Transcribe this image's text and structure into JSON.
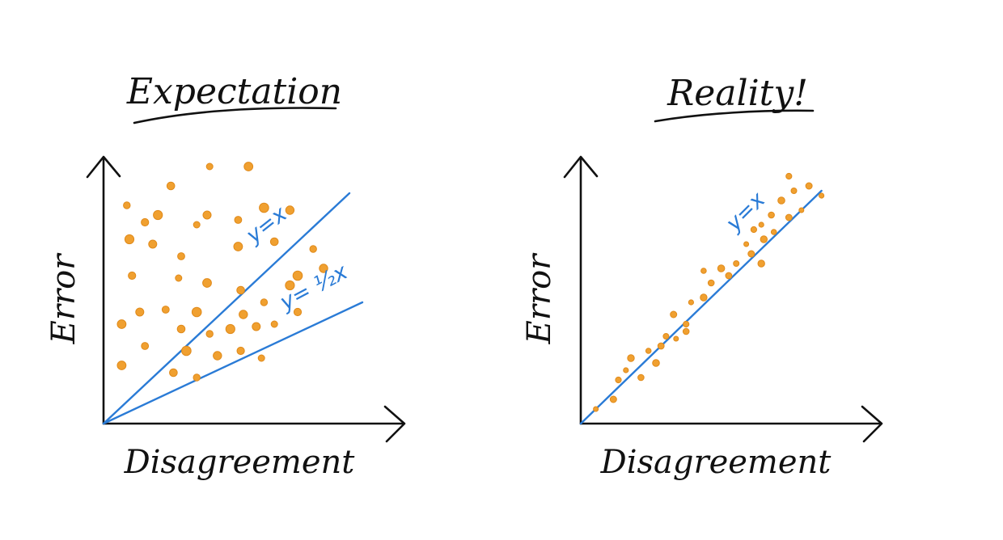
{
  "chart_data": [
    {
      "type": "scatter",
      "title": "Expectation",
      "xlabel": "Disagreement",
      "ylabel": "Error",
      "grid": false,
      "reference_lines": [
        {
          "label": "y=x",
          "slope": 1
        },
        {
          "label": "y= ½x",
          "slope": 0.5
        }
      ],
      "points": [
        [
          0.41,
          1.06
        ],
        [
          0.56,
          1.06
        ],
        [
          0.26,
          0.98
        ],
        [
          0.09,
          0.9
        ],
        [
          0.21,
          0.86
        ],
        [
          0.4,
          0.86
        ],
        [
          0.52,
          0.84
        ],
        [
          0.62,
          0.89
        ],
        [
          0.72,
          0.88
        ],
        [
          0.16,
          0.83
        ],
        [
          0.36,
          0.82
        ],
        [
          0.52,
          0.73
        ],
        [
          0.66,
          0.75
        ],
        [
          0.81,
          0.72
        ],
        [
          0.1,
          0.76
        ],
        [
          0.19,
          0.74
        ],
        [
          0.3,
          0.69
        ],
        [
          0.75,
          0.61
        ],
        [
          0.85,
          0.64
        ],
        [
          0.11,
          0.61
        ],
        [
          0.29,
          0.6
        ],
        [
          0.4,
          0.58
        ],
        [
          0.53,
          0.55
        ],
        [
          0.62,
          0.5
        ],
        [
          0.72,
          0.57
        ],
        [
          0.14,
          0.46
        ],
        [
          0.24,
          0.47
        ],
        [
          0.36,
          0.46
        ],
        [
          0.54,
          0.45
        ],
        [
          0.75,
          0.46
        ],
        [
          0.66,
          0.41
        ],
        [
          0.07,
          0.41
        ],
        [
          0.3,
          0.39
        ],
        [
          0.41,
          0.37
        ],
        [
          0.49,
          0.39
        ],
        [
          0.59,
          0.4
        ],
        [
          0.16,
          0.32
        ],
        [
          0.32,
          0.3
        ],
        [
          0.44,
          0.28
        ],
        [
          0.53,
          0.3
        ],
        [
          0.61,
          0.27
        ],
        [
          0.07,
          0.24
        ],
        [
          0.27,
          0.21
        ],
        [
          0.36,
          0.19
        ]
      ]
    },
    {
      "type": "scatter",
      "title": "Reality!",
      "xlabel": "Disagreement",
      "ylabel": "Error",
      "grid": false,
      "reference_lines": [
        {
          "label": "y=x",
          "slope": 1
        }
      ],
      "points": [
        [
          0.06,
          0.06
        ],
        [
          0.13,
          0.1
        ],
        [
          0.15,
          0.18
        ],
        [
          0.18,
          0.22
        ],
        [
          0.2,
          0.27
        ],
        [
          0.24,
          0.19
        ],
        [
          0.27,
          0.3
        ],
        [
          0.3,
          0.25
        ],
        [
          0.32,
          0.32
        ],
        [
          0.34,
          0.36
        ],
        [
          0.38,
          0.35
        ],
        [
          0.37,
          0.45
        ],
        [
          0.42,
          0.41
        ],
        [
          0.44,
          0.5
        ],
        [
          0.49,
          0.52
        ],
        [
          0.52,
          0.58
        ],
        [
          0.49,
          0.63
        ],
        [
          0.56,
          0.64
        ],
        [
          0.59,
          0.61
        ],
        [
          0.62,
          0.66
        ],
        [
          0.66,
          0.74
        ],
        [
          0.68,
          0.7
        ],
        [
          0.69,
          0.8
        ],
        [
          0.72,
          0.82
        ],
        [
          0.73,
          0.76
        ],
        [
          0.76,
          0.86
        ],
        [
          0.77,
          0.79
        ],
        [
          0.8,
          0.92
        ],
        [
          0.83,
          0.85
        ],
        [
          0.85,
          0.96
        ],
        [
          0.88,
          0.88
        ],
        [
          0.91,
          0.98
        ],
        [
          0.83,
          1.02
        ],
        [
          0.96,
          0.94
        ],
        [
          0.72,
          0.66
        ],
        [
          0.42,
          0.38
        ]
      ]
    }
  ],
  "colors": {
    "axis": "#111111",
    "line": "#2a7bd6",
    "point": "#f0a030",
    "point_edge": "#e08a1a"
  }
}
